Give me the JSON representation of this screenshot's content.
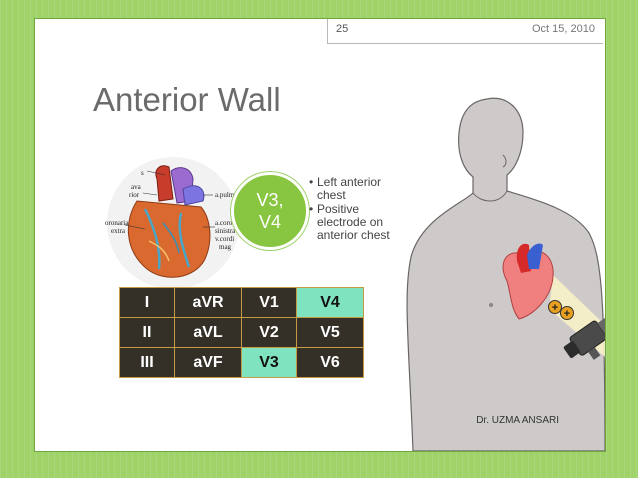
{
  "header": {
    "slide_number": "25",
    "date": "Oct 15, 2010"
  },
  "title": "Anterior Wall",
  "heart_image": {
    "labels": [
      "s",
      "ava",
      "rior",
      "a.pulm.",
      "oronaria",
      "extra",
      "a.corona",
      "sinistra",
      "v.cordi",
      "mag"
    ]
  },
  "bubble": {
    "line1": "V3,",
    "line2": "V4"
  },
  "bullets": [
    {
      "line1": "Left anterior",
      "line2": "chest"
    },
    {
      "line1": "Positive",
      "line2": "electrode on",
      "line3": "anterior chest"
    }
  ],
  "lead_table": {
    "rows": [
      [
        "I",
        "aVR",
        "V1",
        "V4"
      ],
      [
        "II",
        "aVL",
        "V2",
        "V5"
      ],
      [
        "III",
        "aVF",
        "V3",
        "V6"
      ]
    ],
    "highlighted": [
      "V4",
      "V3"
    ]
  },
  "footer": {
    "author": "Dr. UZMA ANSARI"
  },
  "colors": {
    "background": "#9fd36a",
    "bubble": "#88c540",
    "cell_dark": "#343028",
    "cell_highlight": "#7fe3c0",
    "cell_border": "#c79a44"
  }
}
